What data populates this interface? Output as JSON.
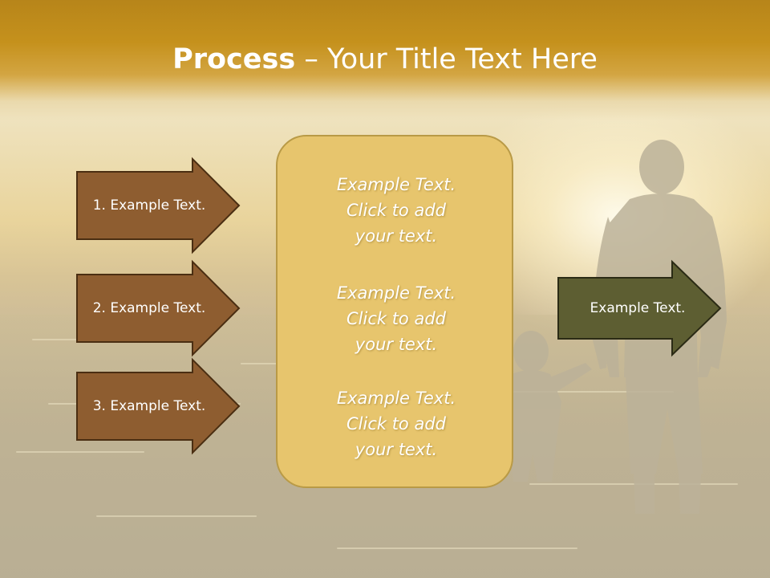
{
  "slide": {
    "title_bold": "Process",
    "title_dash": "–",
    "title_rest": "Your Title Text Here"
  },
  "left_arrows": [
    {
      "label": "1. Example Text."
    },
    {
      "label": "2. Example Text."
    },
    {
      "label": "3. Example Text."
    }
  ],
  "center_box": {
    "paragraphs": [
      {
        "line1": "Example Text.",
        "line2": "Click  to add",
        "line3": "your text."
      },
      {
        "line1": "Example Text.",
        "line2": "Click  to add",
        "line3": "your text."
      },
      {
        "line1": "Example Text.",
        "line2": "Click  to add",
        "line3": "your text."
      }
    ]
  },
  "right_arrow": {
    "label": "Example Text."
  },
  "colors": {
    "left_arrow_fill": "#8e5d30",
    "left_arrow_border": "#4a2e12",
    "right_arrow_fill": "#5d5e32",
    "right_arrow_border": "#2b2b15",
    "center_box_fill": "#e7c56d",
    "title_band": "#c5911c"
  }
}
